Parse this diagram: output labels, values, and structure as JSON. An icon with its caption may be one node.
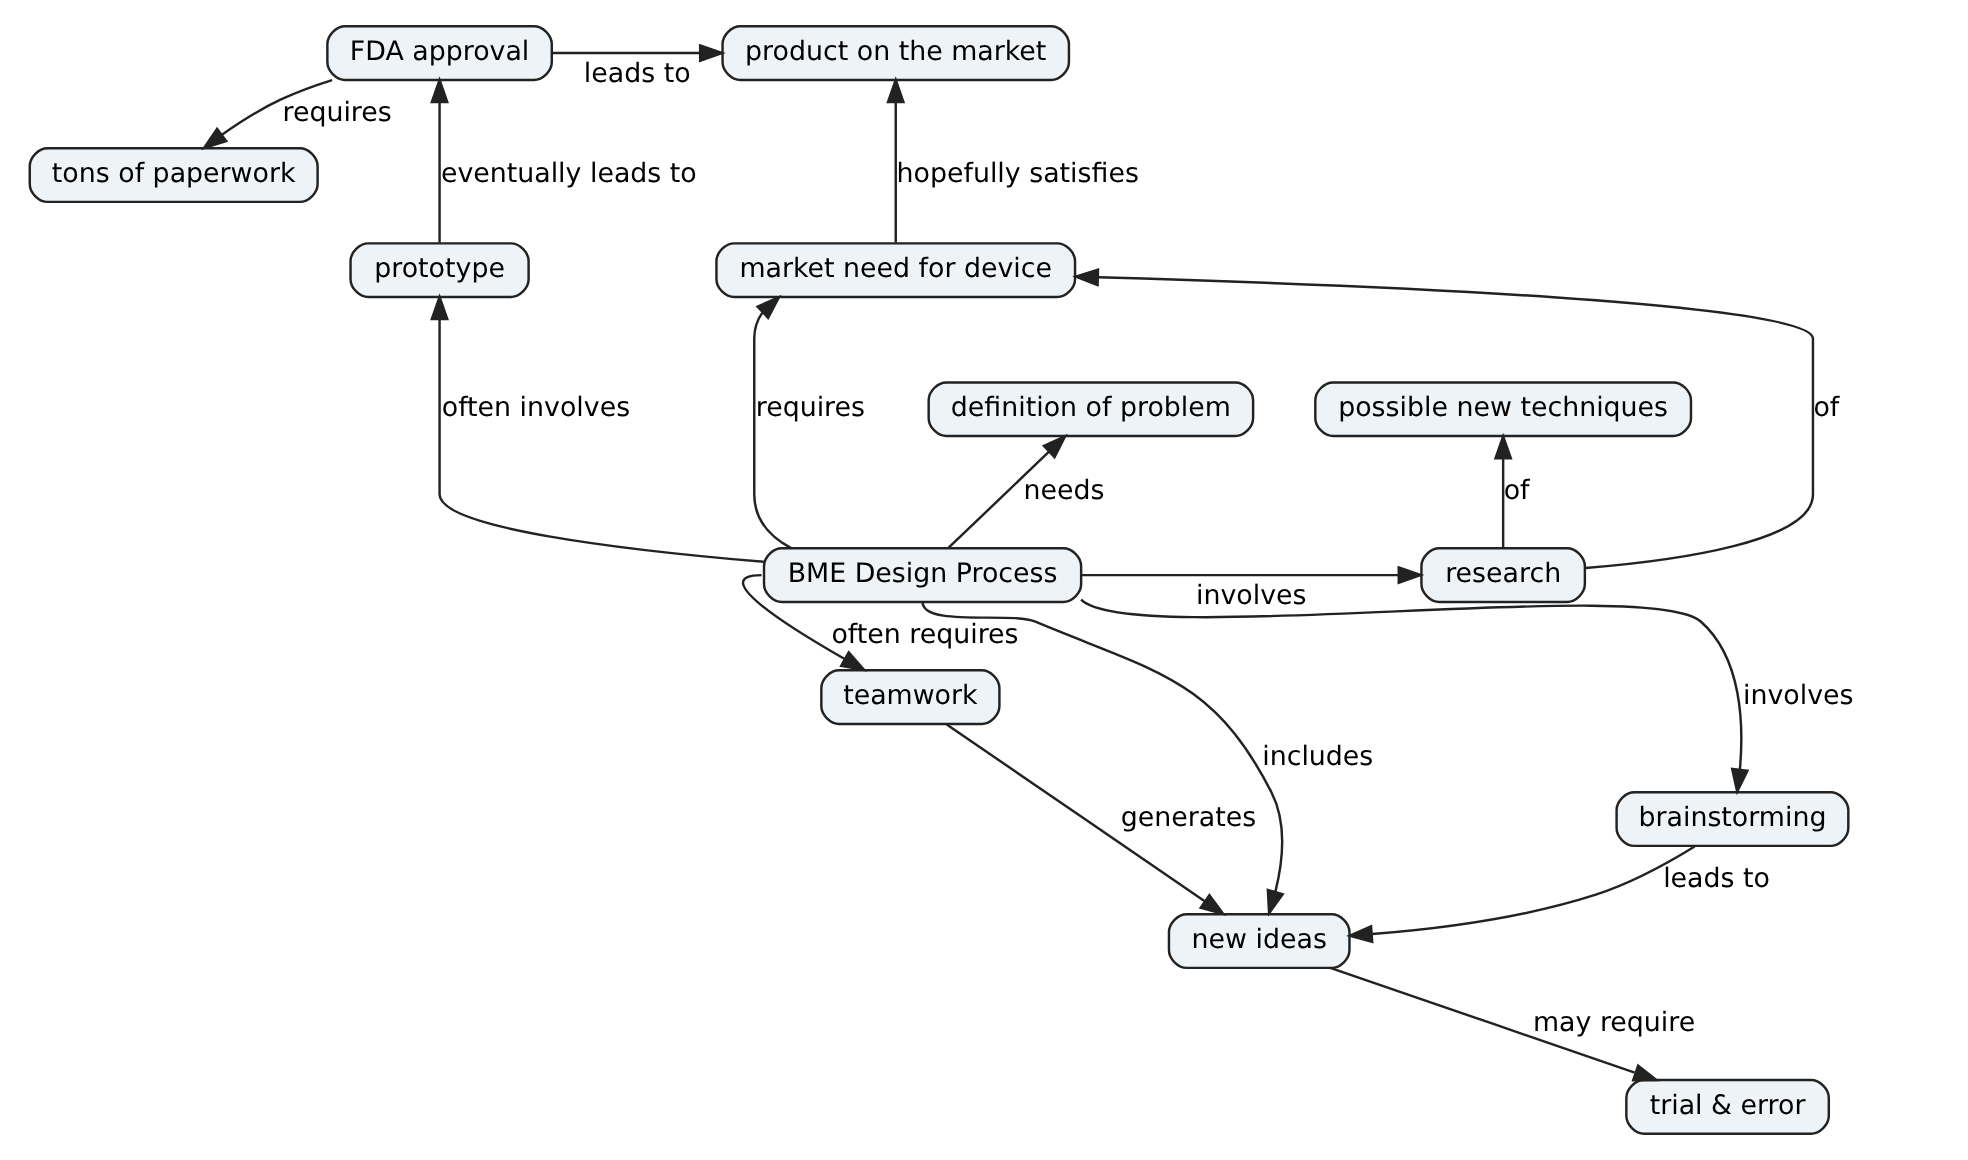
{
  "diagram": {
    "nodes": [
      {
        "text": [
          "FDA approval"
        ]
      },
      {
        "text": [
          "product on the market"
        ]
      },
      {
        "text": [
          "tons of paperwork"
        ]
      },
      {
        "text": [
          "prototype"
        ]
      },
      {
        "text": [
          "market need for device"
        ]
      },
      {
        "text": [
          "definition of problem"
        ]
      },
      {
        "text": [
          "possible new techniques"
        ]
      },
      {
        "text": [
          "teamwork"
        ]
      },
      {
        "text": [
          "BME Design Process"
        ]
      },
      {
        "text": [
          "research"
        ]
      },
      {
        "text": [
          "new ideas"
        ]
      },
      {
        "text": [
          "brainstorming"
        ]
      },
      {
        "text": [
          "trial & error"
        ]
      }
    ],
    "edges": [
      {
        "from": 0,
        "to": 1,
        "arrow": "to",
        "label": "leads to"
      },
      {
        "from": 0,
        "to": 2,
        "arrow": "to",
        "label": "requires"
      },
      {
        "from": 3,
        "to": 0,
        "arrow": "to",
        "label": "eventually leads to"
      },
      {
        "from": 4,
        "to": 1,
        "arrow": "to",
        "label": "hopefully satisfies"
      },
      {
        "from": 9,
        "to": 4,
        "arrow": "to",
        "label": "of"
      },
      {
        "from": 9,
        "to": 6,
        "arrow": "to",
        "label": "of"
      },
      {
        "from": 8,
        "to": 3,
        "arrow": "to",
        "label": "often involves"
      },
      {
        "from": 8,
        "to": 4,
        "arrow": "to",
        "label": "requires"
      },
      {
        "from": 8,
        "to": 5,
        "arrow": "to",
        "label": "needs"
      },
      {
        "from": 8,
        "to": 7,
        "arrow": "to",
        "label": "often requires"
      },
      {
        "from": 8,
        "to": 9,
        "arrow": "to",
        "label": "involves"
      },
      {
        "from": 8,
        "to": 10,
        "arrow": "to",
        "label": "includes"
      },
      {
        "from": 8,
        "to": 11,
        "arrow": "to",
        "label": "involves"
      },
      {
        "from": 7,
        "to": 10,
        "arrow": "to",
        "label": "generates"
      },
      {
        "from": 11,
        "to": 10,
        "arrow": "to",
        "label": "leads to"
      },
      {
        "from": 10,
        "to": 12,
        "arrow": "to",
        "label": "may require"
      }
    ]
  }
}
